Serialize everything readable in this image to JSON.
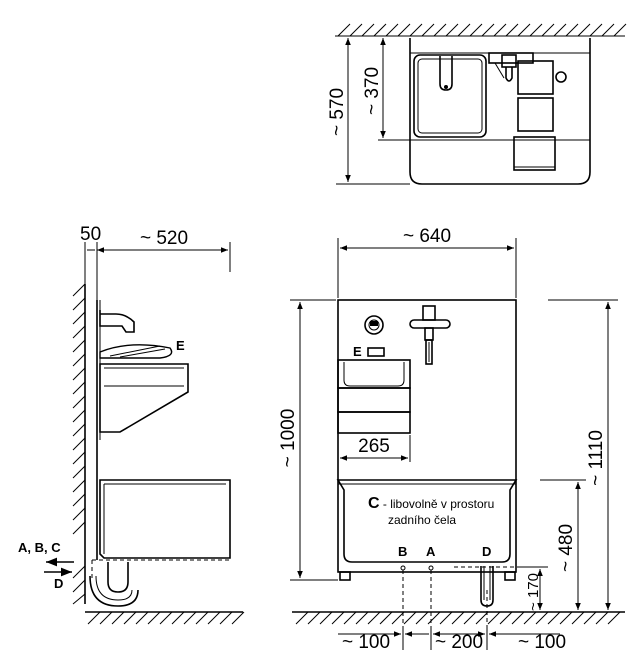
{
  "top_view": {
    "dim_width": "~ 570",
    "dim_depth": "~ 370"
  },
  "side_view": {
    "dim_wall_gap": "50",
    "dim_depth": "~ 520",
    "label_e": "E",
    "label_abc": "A, B, C",
    "label_d": "D"
  },
  "front_view": {
    "dim_width": "~ 640",
    "dim_height_total": "~ 1000",
    "dim_height_outer": "~ 1110",
    "dim_sink_width": "265",
    "dim_inlet_height": "~ 480",
    "dim_outlet_height": "~ 170",
    "label_e": "E",
    "note_c_letter": "C",
    "note_c_line1": " - libovolně v prostoru",
    "note_c_line2": "zadního čela",
    "label_b": "B",
    "label_a": "A",
    "label_d": "D",
    "dim_bottom_1": "~ 100",
    "dim_bottom_2": "~ 200",
    "dim_bottom_3": "~ 100"
  }
}
